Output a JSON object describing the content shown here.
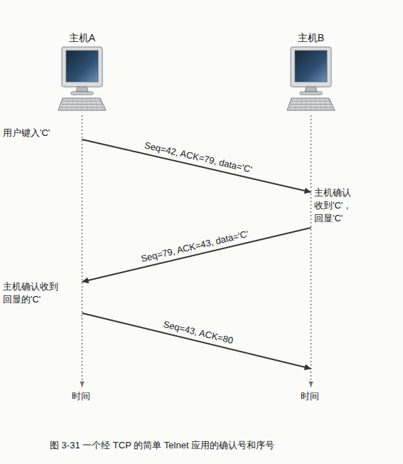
{
  "diagram": {
    "caption": "图 3-31 一个经 TCP 的简单 Telnet 应用的确认号和序号",
    "nodes": [
      {
        "text": [
          "主机A"
        ]
      },
      {
        "text": [
          "主机B"
        ]
      }
    ],
    "edges": [
      {
        "from": 0,
        "to": 1,
        "label": "Seq=42, ACK=79, data='C'",
        "arrow": "to"
      },
      {
        "from": 1,
        "to": 0,
        "label": "Seq=79, ACK=43, data='C'",
        "arrow": "to"
      },
      {
        "from": 0,
        "to": 1,
        "label": "Seq=43, ACK=80",
        "arrow": "to"
      }
    ],
    "labels": [
      "用户键入'C'",
      "主机确认 收到'C'， 回显'C'",
      "主机确认收到 回显的'C'",
      "时间",
      "时间"
    ]
  }
}
